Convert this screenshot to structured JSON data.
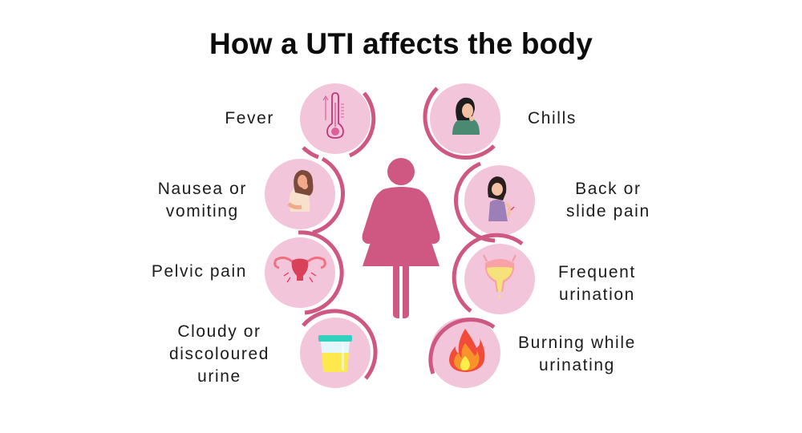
{
  "title": "How a UTI affects the body",
  "colors": {
    "accent": "#cf5883",
    "circle_fill": "#f2c5db",
    "title": "#0c0c0c",
    "label": "#1c1c1c"
  },
  "center_figure": {
    "icon": "woman-figure-icon",
    "color": "#cf5883"
  },
  "symptoms": [
    {
      "label": "Fever",
      "icon": "thermometer-icon",
      "side": "left"
    },
    {
      "label": "Chills",
      "icon": "woman-chills-icon",
      "side": "right"
    },
    {
      "label": "Nausea or\nvomiting",
      "icon": "woman-nausea-icon",
      "side": "left"
    },
    {
      "label": "Back or\nslide pain",
      "icon": "woman-back-pain-icon",
      "side": "right"
    },
    {
      "label": "Pelvic pain",
      "icon": "uterus-icon",
      "side": "left"
    },
    {
      "label": "Frequent\nurination",
      "icon": "bladder-icon",
      "side": "right"
    },
    {
      "label": "Cloudy or\ndiscoloured\nurine",
      "icon": "urine-cup-icon",
      "side": "left"
    },
    {
      "label": "Burning while\nurinating",
      "icon": "fire-icon",
      "side": "right"
    }
  ]
}
